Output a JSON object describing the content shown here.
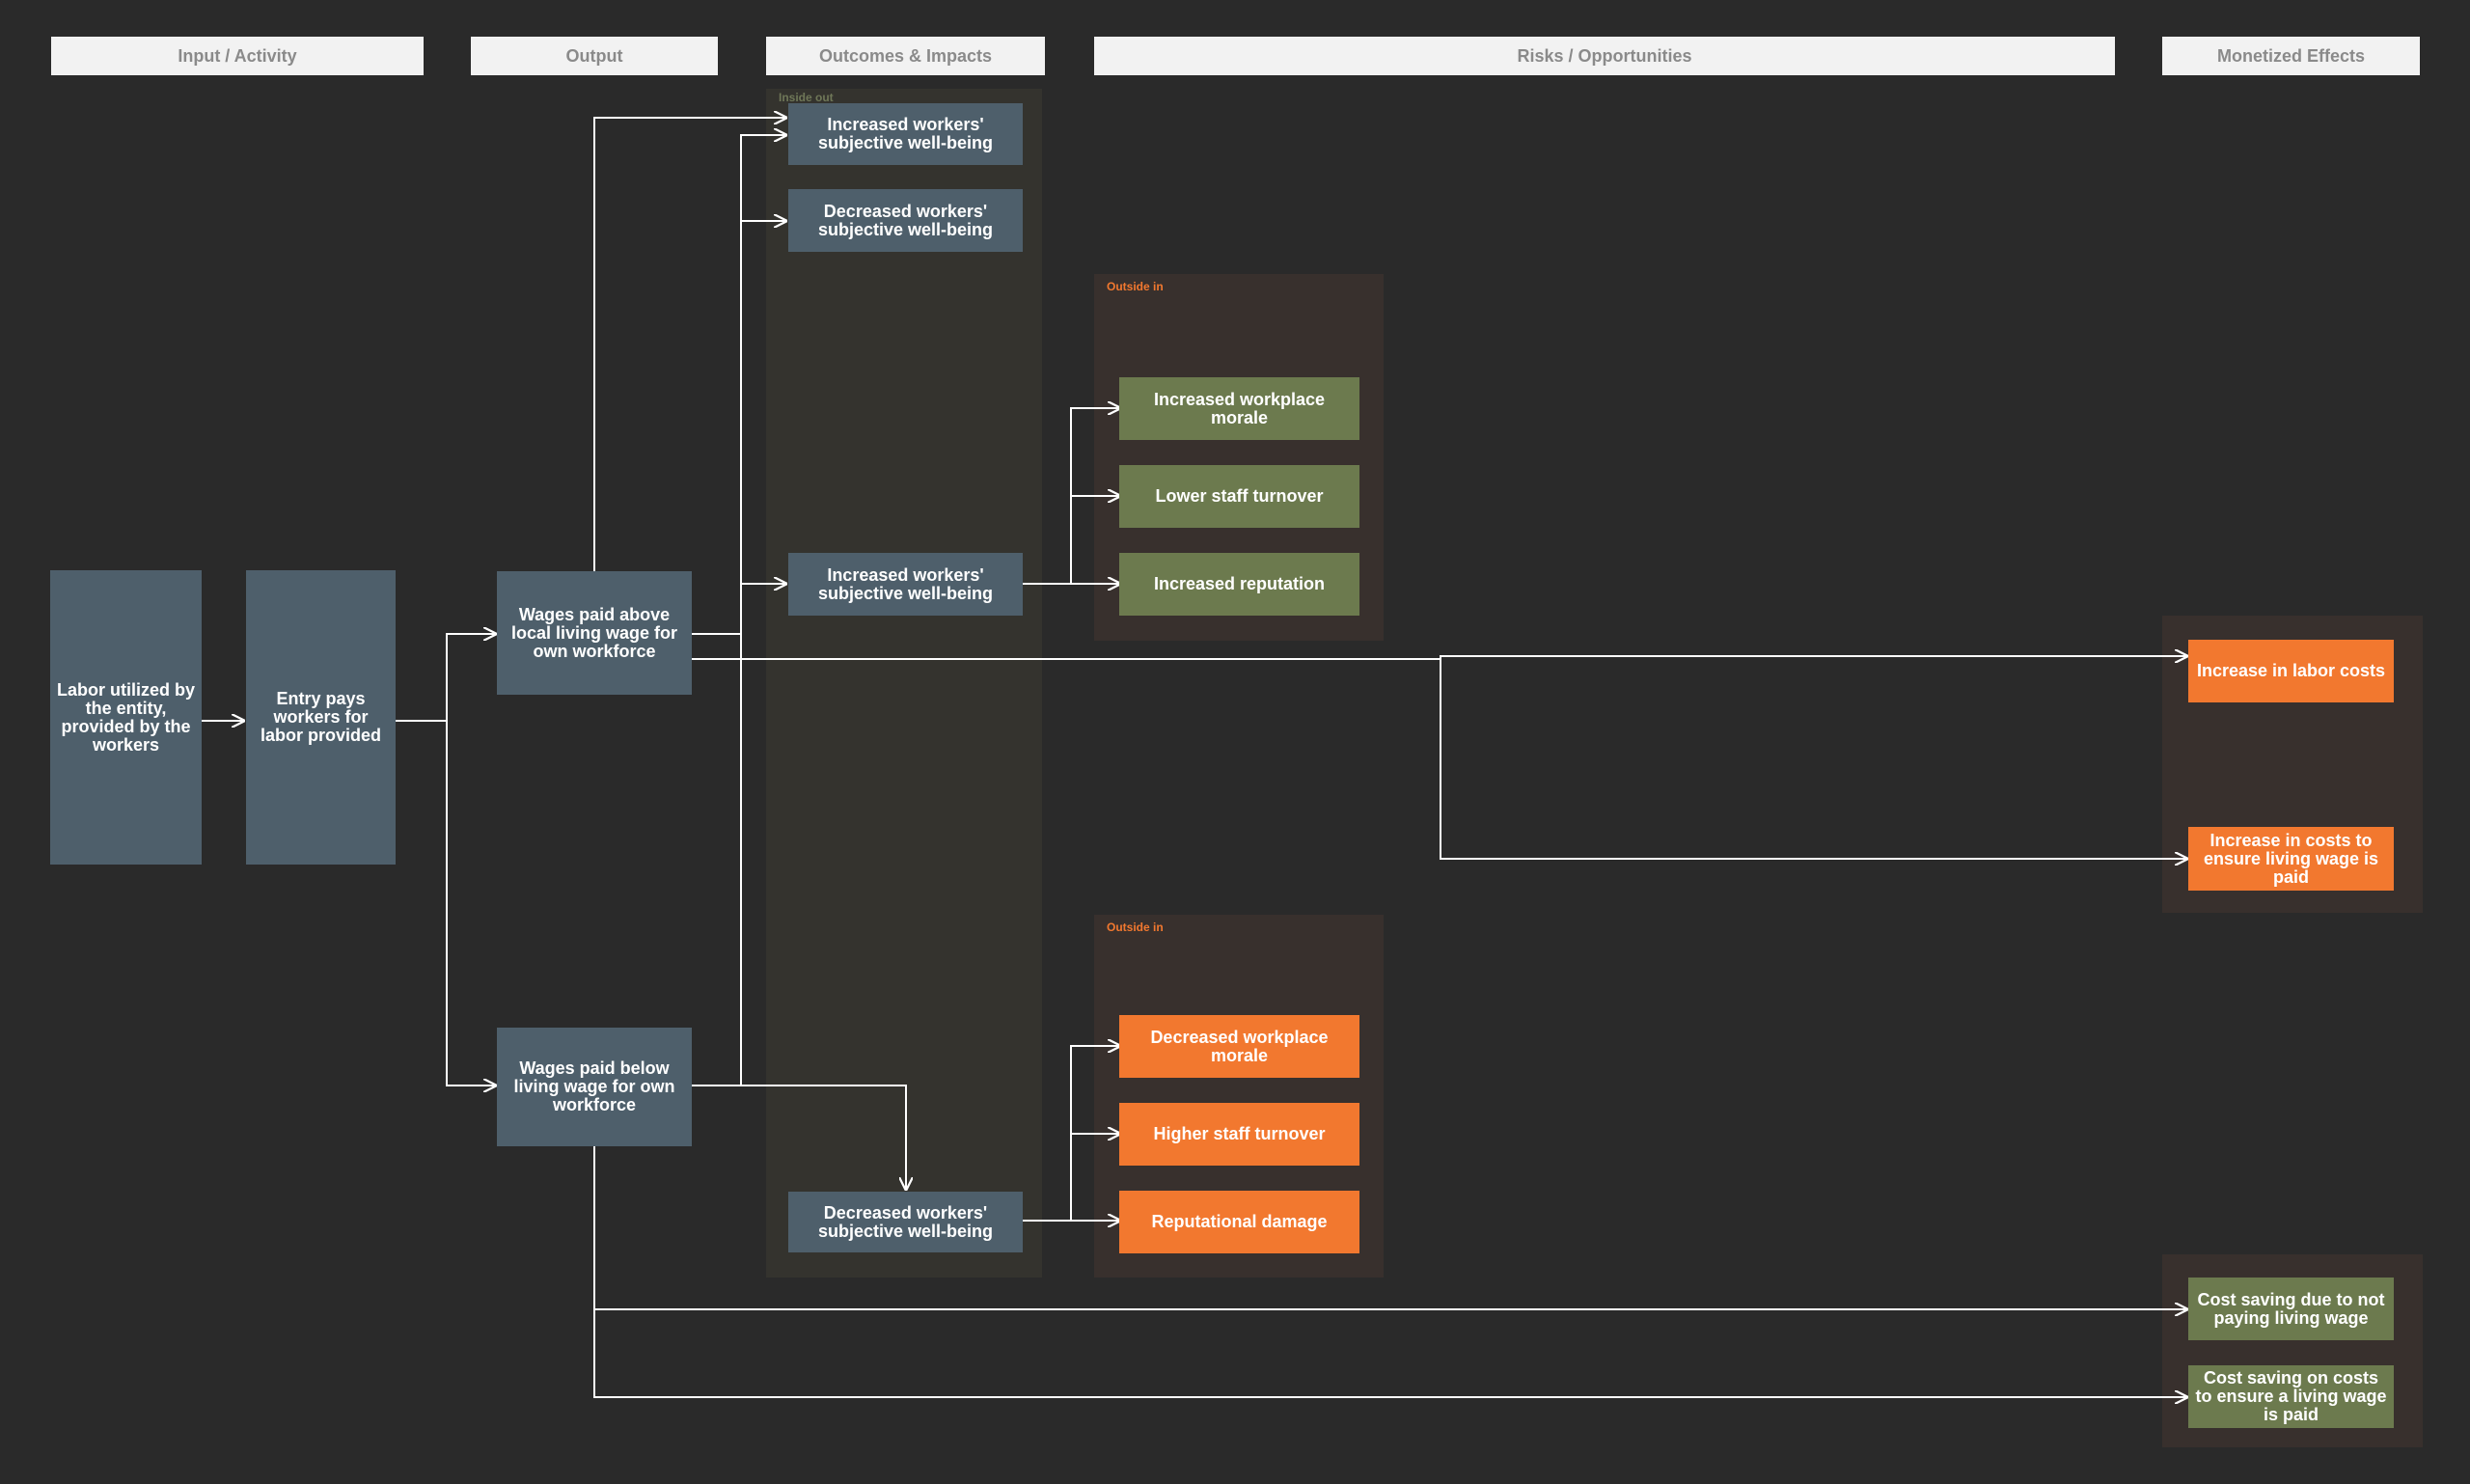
{
  "headers": {
    "input": "Input / Activity",
    "output": "Output",
    "outcomes": "Outcomes & Impacts",
    "risks": "Risks / Opportunities",
    "monetized": "Monetized Effects"
  },
  "panels": {
    "inside_out": "Inside out",
    "outside_in_top": "Outside in",
    "outside_in_bottom": "Outside in"
  },
  "nodes": {
    "labor": "Labor utilized by the entity, provided by the workers",
    "entry_pays": "Entry pays workers for labor provided",
    "wages_above": "Wages paid above local living wage for own workforce",
    "wages_below": "Wages paid below living wage for own workforce",
    "wellbeing_up_1": "Increased workers' subjective well-being",
    "wellbeing_down_1": "Decreased workers' subjective well-being",
    "wellbeing_up_2": "Increased workers' subjective well-being",
    "wellbeing_down_2": "Decreased workers' subjective well-being",
    "morale_up": "Increased workplace morale",
    "turnover_low": "Lower staff turnover",
    "reputation_up": "Increased reputation",
    "morale_down": "Decreased workplace morale",
    "turnover_high": "Higher staff turnover",
    "reputation_damage": "Reputational damage",
    "labor_costs": "Increase in labor costs",
    "living_wage_costs": "Increase in costs to ensure living wage is paid",
    "saving_not_paying": "Cost saving due to not paying living wage",
    "saving_ensure": "Cost saving on costs to ensure a living wage is paid"
  },
  "colors": {
    "background": "#2a2a2a",
    "slate": "#4e5f6b",
    "green": "#6c7a4e",
    "orange": "#f2782f",
    "inside_out_label": "#6f7758",
    "outside_in_label": "#f2782f"
  }
}
